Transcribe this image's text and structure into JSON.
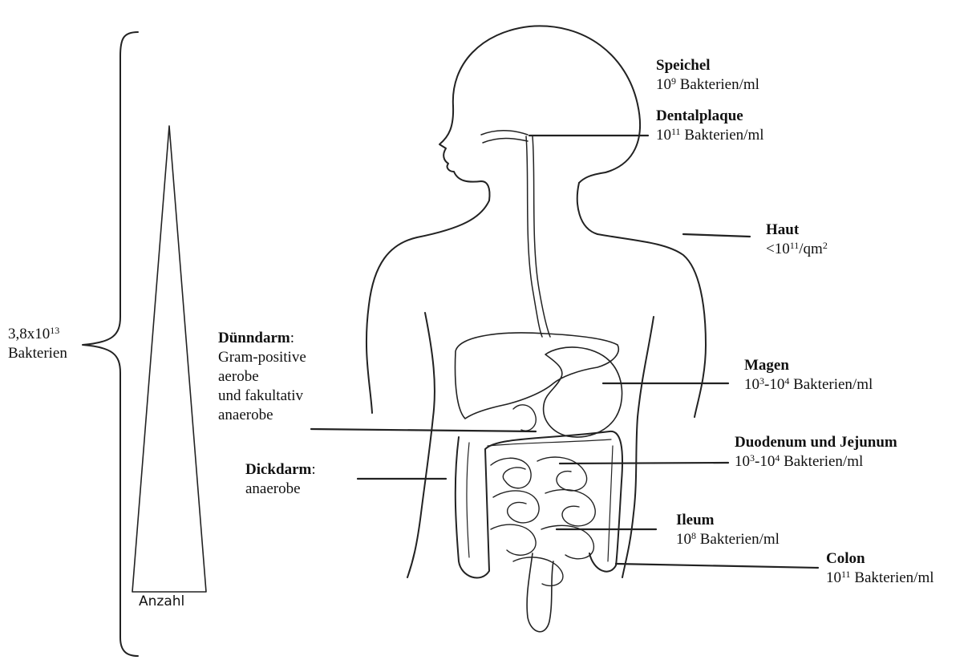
{
  "total": {
    "line1": "3,8x10",
    "line1_exp": "13",
    "line2": "Bakterien"
  },
  "triangle_label": "Anzahl",
  "labels": {
    "speichel": {
      "title": "Speichel",
      "base": "10",
      "exp": "9",
      "unit": " Bakterien/ml"
    },
    "dentalplaque": {
      "title": "Dentalplaque",
      "base": "10",
      "exp": "11",
      "unit": " Bakterien/ml"
    },
    "haut": {
      "title": "Haut",
      "pre": "<10",
      "exp": "11",
      "unit": "/qm",
      "unit_exp": "2"
    },
    "duenndarm": {
      "title": "Dünndarm",
      "colon": ":",
      "lines": [
        "Gram-positive",
        "aerobe",
        "und fakultativ",
        "anaerobe"
      ]
    },
    "magen": {
      "title": "Magen",
      "a": "10",
      "a_exp": "3",
      "sep": "-10",
      "b_exp": "4",
      "unit": " Bakterien/ml"
    },
    "duodenum": {
      "title": "Duodenum und Jejunum",
      "a": "10",
      "a_exp": "3",
      "sep": "-10",
      "b_exp": "4",
      "unit": " Bakterien/ml"
    },
    "dickdarm": {
      "title": "Dickdarm",
      "colon": ":",
      "line": "anaerobe"
    },
    "ileum": {
      "title": "Ileum",
      "base": "10",
      "exp": "8",
      "unit": " Bakterien/ml"
    },
    "colon": {
      "title": "Colon",
      "base": "10",
      "exp": "11",
      "unit": " Bakterien/ml"
    }
  }
}
